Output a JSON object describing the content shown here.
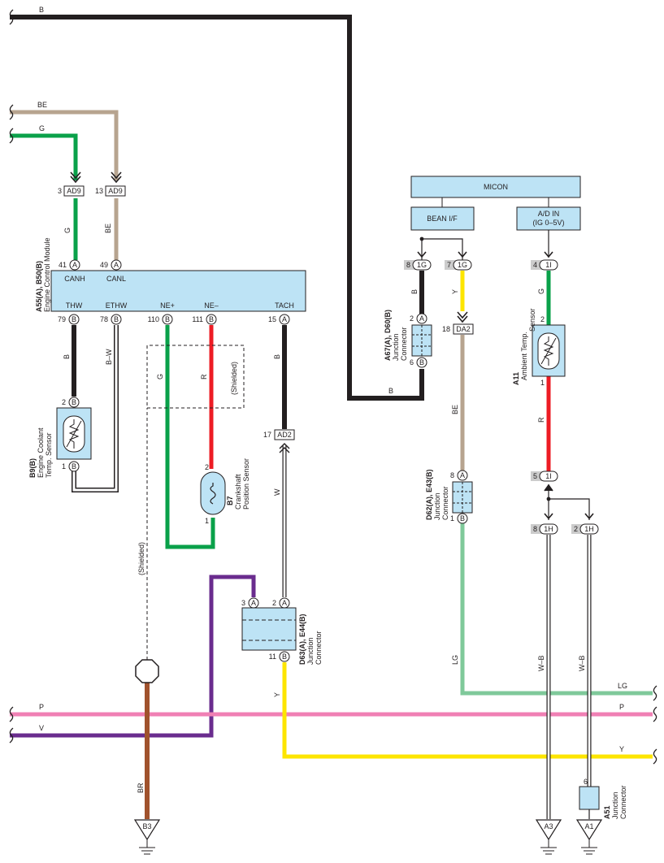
{
  "colors": {
    "B": "#231f20",
    "BE": "#b7a48f",
    "G": "#0aa14a",
    "R": "#ed1c24",
    "Y": "#fde500",
    "LG": "#7fc99a",
    "P": "#f080b4",
    "V": "#6a2c8e",
    "BR": "#a0522d",
    "box": "#bde3f5",
    "white_wire": "#ffffff"
  },
  "wire_labels": {
    "top_b": "B",
    "left_be": "BE",
    "left_g": "G",
    "g_mid": "G",
    "be_mid": "BE",
    "thw_b": "B",
    "ethw": "B–W",
    "nep_g": "G",
    "nem_r": "R",
    "tach_b": "B",
    "tach_w": "W",
    "junc_y": "Y",
    "bean_b": "B",
    "bean_b2": "B",
    "bean_y": "Y",
    "beige_v": "BE",
    "amb_g": "G",
    "amb_r": "R",
    "lg_v": "LG",
    "lg_right": "LG",
    "p_left": "P",
    "p_right": "P",
    "v_left": "V",
    "y_right": "Y",
    "br": "BR",
    "wb1": "W–B",
    "wb2": "W–B"
  },
  "ecm": {
    "code": "A55(A), B50(B)",
    "name": "Engine Control Module",
    "top_terminals": [
      {
        "num": "41",
        "letter": "A",
        "label": "CANH"
      },
      {
        "num": "49",
        "letter": "A",
        "label": "CANL"
      }
    ],
    "bottom_terminals": [
      {
        "num": "79",
        "letter": "B",
        "label": "THW"
      },
      {
        "num": "78",
        "letter": "B",
        "label": "ETHW"
      },
      {
        "num": "110",
        "letter": "B",
        "label": "NE+"
      },
      {
        "num": "111",
        "letter": "B",
        "label": "NE–"
      },
      {
        "num": "15",
        "letter": "A",
        "label": "TACH"
      }
    ]
  },
  "connectors": {
    "ad9_left": {
      "num": "3",
      "name": "AD9"
    },
    "ad9_right": {
      "num": "13",
      "name": "AD9"
    },
    "ad2": {
      "num": "17",
      "name": "AD2"
    },
    "da2": {
      "num": "18",
      "name": "DA2"
    },
    "1g_left": {
      "num": "8",
      "name": "1G"
    },
    "1g_right": {
      "num": "7",
      "name": "1G"
    },
    "1i_top": {
      "num": "4",
      "name": "1I"
    },
    "1i_bot": {
      "num": "5",
      "name": "1I"
    },
    "1h_left": {
      "num": "8",
      "name": "1H"
    },
    "1h_right": {
      "num": "2",
      "name": "1H"
    }
  },
  "coolant": {
    "code": "B9(B)",
    "line1": "Engine Coolant",
    "line2": "Temp. Sensor",
    "pin_top": "2",
    "pin_bot": "1",
    "letter": "B"
  },
  "crank": {
    "code": "B7",
    "line1": "Crankshaft",
    "line2": "Position Sensor",
    "pin_top": "2",
    "pin_bot": "1"
  },
  "shielded": {
    "label1": "(Shielded)",
    "label2": "(Shielded)"
  },
  "d63": {
    "code": "D63(A), E44(B)",
    "line1": "Junction",
    "line2": "Connector",
    "pin1": "3",
    "pin2": "2",
    "pin3": "11",
    "letterA": "A",
    "letterB": "B"
  },
  "a67": {
    "code": "A67(A), D60(B)",
    "line1": "Junction",
    "line2": "Connector",
    "pin_top": "2",
    "pin_bot": "6",
    "letterA": "A",
    "letterB": "B"
  },
  "d62": {
    "code": "D62(A), E43(B)",
    "line1": "Junction",
    "line2": "Connector",
    "pin_top": "8",
    "pin_bot": "1",
    "letterA": "A",
    "letterB": "B"
  },
  "micon": {
    "title": "MICON",
    "bean": "BEAN I/F",
    "adin1": "A/D IN",
    "adin2": "(IG 0–5V)"
  },
  "ambient": {
    "code": "A11",
    "line1": "Ambient Temp.",
    "line2": "Sensor",
    "pin_top": "2",
    "pin_bot": "1"
  },
  "a51": {
    "code": "A51",
    "line1": "Junction",
    "line2": "Connector",
    "pin": "6"
  },
  "grounds": {
    "b3": "B3",
    "a3": "A3",
    "a1": "A1"
  }
}
